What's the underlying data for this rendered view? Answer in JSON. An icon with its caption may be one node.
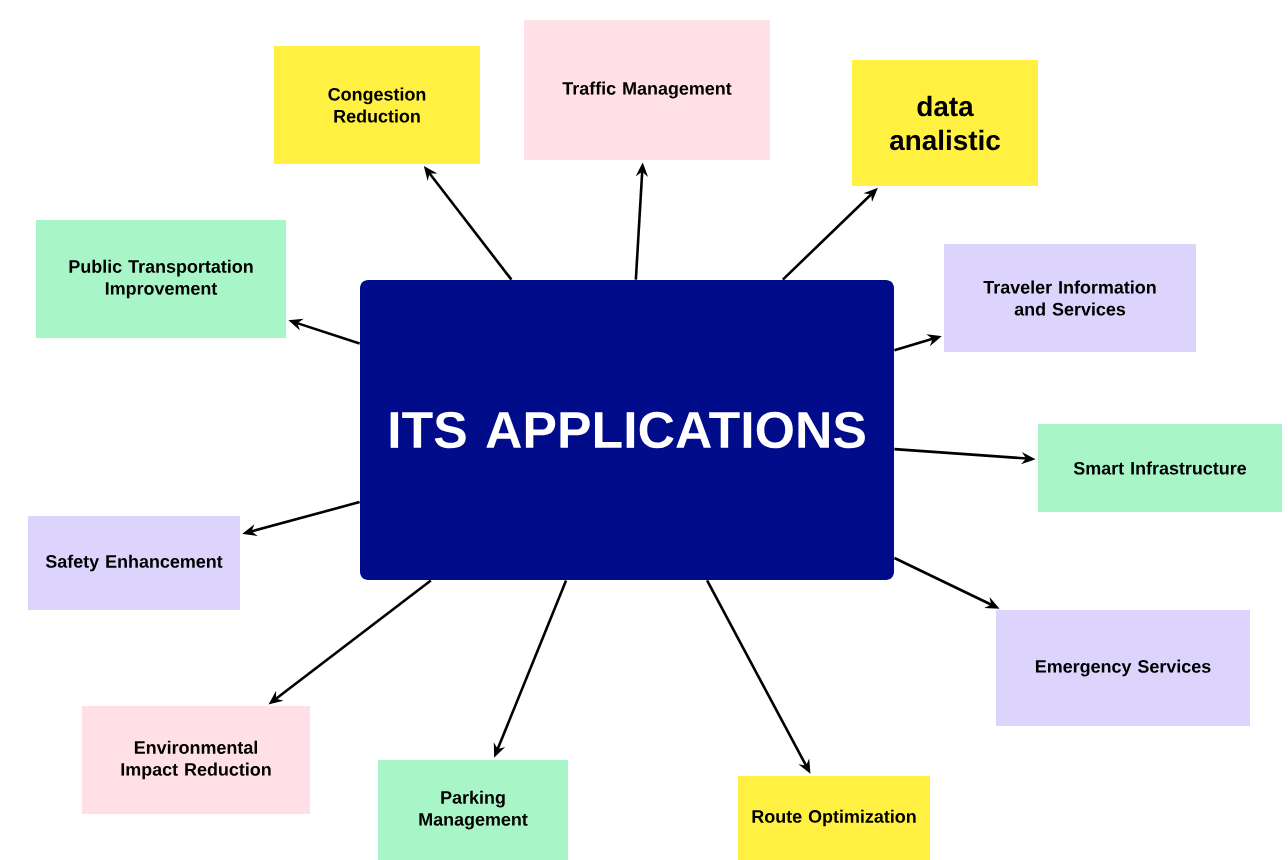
{
  "diagram": {
    "nodes": [
      {
        "text": [
          "ITS APPLICATIONS"
        ]
      },
      {
        "text": [
          "Congestion Reduction"
        ]
      },
      {
        "text": [
          "Traffic Management"
        ]
      },
      {
        "text": [
          "data analistic"
        ]
      },
      {
        "text": [
          "Public Transportation Improvement"
        ]
      },
      {
        "text": [
          "Traveler Information and Services"
        ]
      },
      {
        "text": [
          "Smart Infrastructure"
        ]
      },
      {
        "text": [
          "Safety Enhancement"
        ]
      },
      {
        "text": [
          "Emergency Services"
        ]
      },
      {
        "text": [
          "Environmental Impact Reduction"
        ]
      },
      {
        "text": [
          "Parking Management"
        ]
      },
      {
        "text": [
          "Route Optimization"
        ]
      }
    ],
    "edges": [
      {
        "from": 0,
        "to": 1,
        "arrow": "to"
      },
      {
        "from": 0,
        "to": 2,
        "arrow": "to"
      },
      {
        "from": 0,
        "to": 3,
        "arrow": "to"
      },
      {
        "from": 0,
        "to": 4,
        "arrow": "to"
      },
      {
        "from": 0,
        "to": 5,
        "arrow": "to"
      },
      {
        "from": 0,
        "to": 6,
        "arrow": "to"
      },
      {
        "from": 0,
        "to": 7,
        "arrow": "to"
      },
      {
        "from": 0,
        "to": 8,
        "arrow": "to"
      },
      {
        "from": 0,
        "to": 9,
        "arrow": "to"
      },
      {
        "from": 0,
        "to": 10,
        "arrow": "to"
      },
      {
        "from": 0,
        "to": 11,
        "arrow": "to"
      }
    ]
  }
}
